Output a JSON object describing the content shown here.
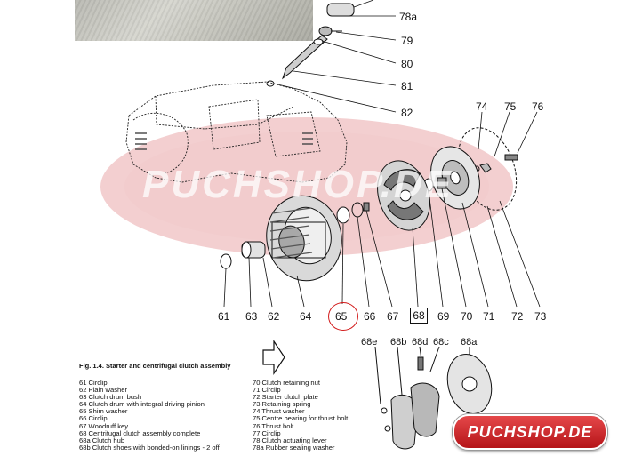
{
  "figure": {
    "watermark_text": "PUCHSHOP.DE",
    "badge_text": "PUCHSHOP.DE",
    "caption": "Fig. 1.4. Starter and centrifugal clutch assembly",
    "callouts_top": [
      "78a",
      "79",
      "80",
      "81",
      "82"
    ],
    "callouts_right": [
      "74",
      "75",
      "76"
    ],
    "callouts_bottom": [
      "61",
      "62",
      "63",
      "64",
      "65",
      "66",
      "67",
      "68",
      "69",
      "70",
      "71",
      "72",
      "73"
    ],
    "callouts_detail": [
      "68e",
      "68b",
      "68d",
      "68c",
      "68a"
    ],
    "highlight_color": "#d21a1a",
    "legend_left": [
      "61 Circlip",
      "62 Plain washer",
      "63 Clutch drum bush",
      "64 Clutch drum with integral driving pinion",
      "65 Shim  washer",
      "66 Circlip",
      "67 Woodruff key",
      "68 Centrifugal clutch assembly complete",
      "68a Clutch hub",
      "68b Clutch shoes with bonded-on linings - 2 off"
    ],
    "legend_right": [
      "70 Clutch retaining nut",
      "71 Circlip",
      "72 Starter clutch plate",
      "73 Retaining spring",
      "74 Thrust washer",
      "75 Centre bearing for thrust bolt",
      "76 Thrust bolt",
      "77 Circlip",
      "78 Clutch actuating lever",
      "78a Rubber sealing washer"
    ]
  }
}
